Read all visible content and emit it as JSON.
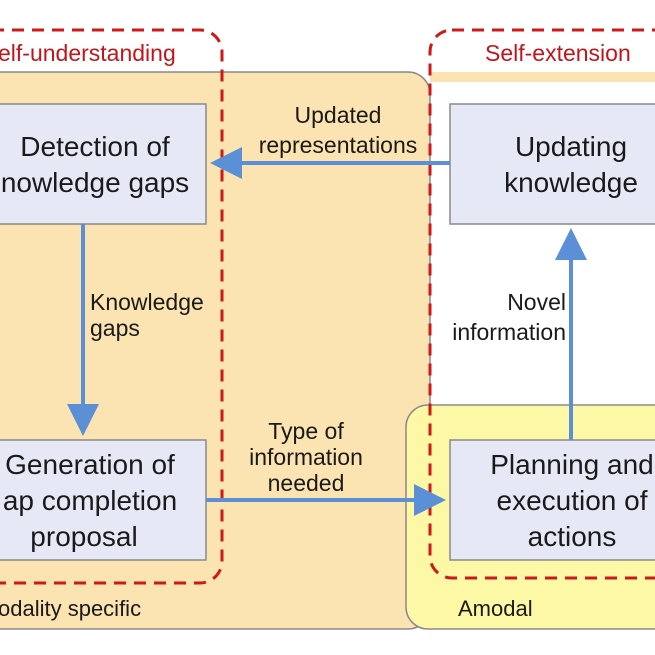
{
  "regions": {
    "modality_label": "odality specific",
    "amodal_label": "Amodal"
  },
  "groups": {
    "self_understanding": "elf-understanding",
    "self_extension": "Self-extension"
  },
  "boxes": {
    "detection": [
      "Detection of",
      "nowledge gaps"
    ],
    "updating": [
      "Updating",
      "knowledge"
    ],
    "generation": [
      "Generation of",
      "ap completion",
      "proposal"
    ],
    "planning": [
      "Planning and",
      "execution of",
      "actions"
    ]
  },
  "edges": {
    "updated": [
      "Updated",
      "representations"
    ],
    "gaps": [
      "Knowledge",
      "gaps"
    ],
    "type": [
      "Type of",
      "information",
      "needed"
    ],
    "novel": [
      "Novel",
      "information"
    ]
  },
  "colors": {
    "modality_fill": "#fbe3b2",
    "amodal_fill": "#fdf8a6",
    "box_fill": "#e6e9f5",
    "arrow": "#5b8fd6",
    "dash": "#cc1a1a"
  }
}
